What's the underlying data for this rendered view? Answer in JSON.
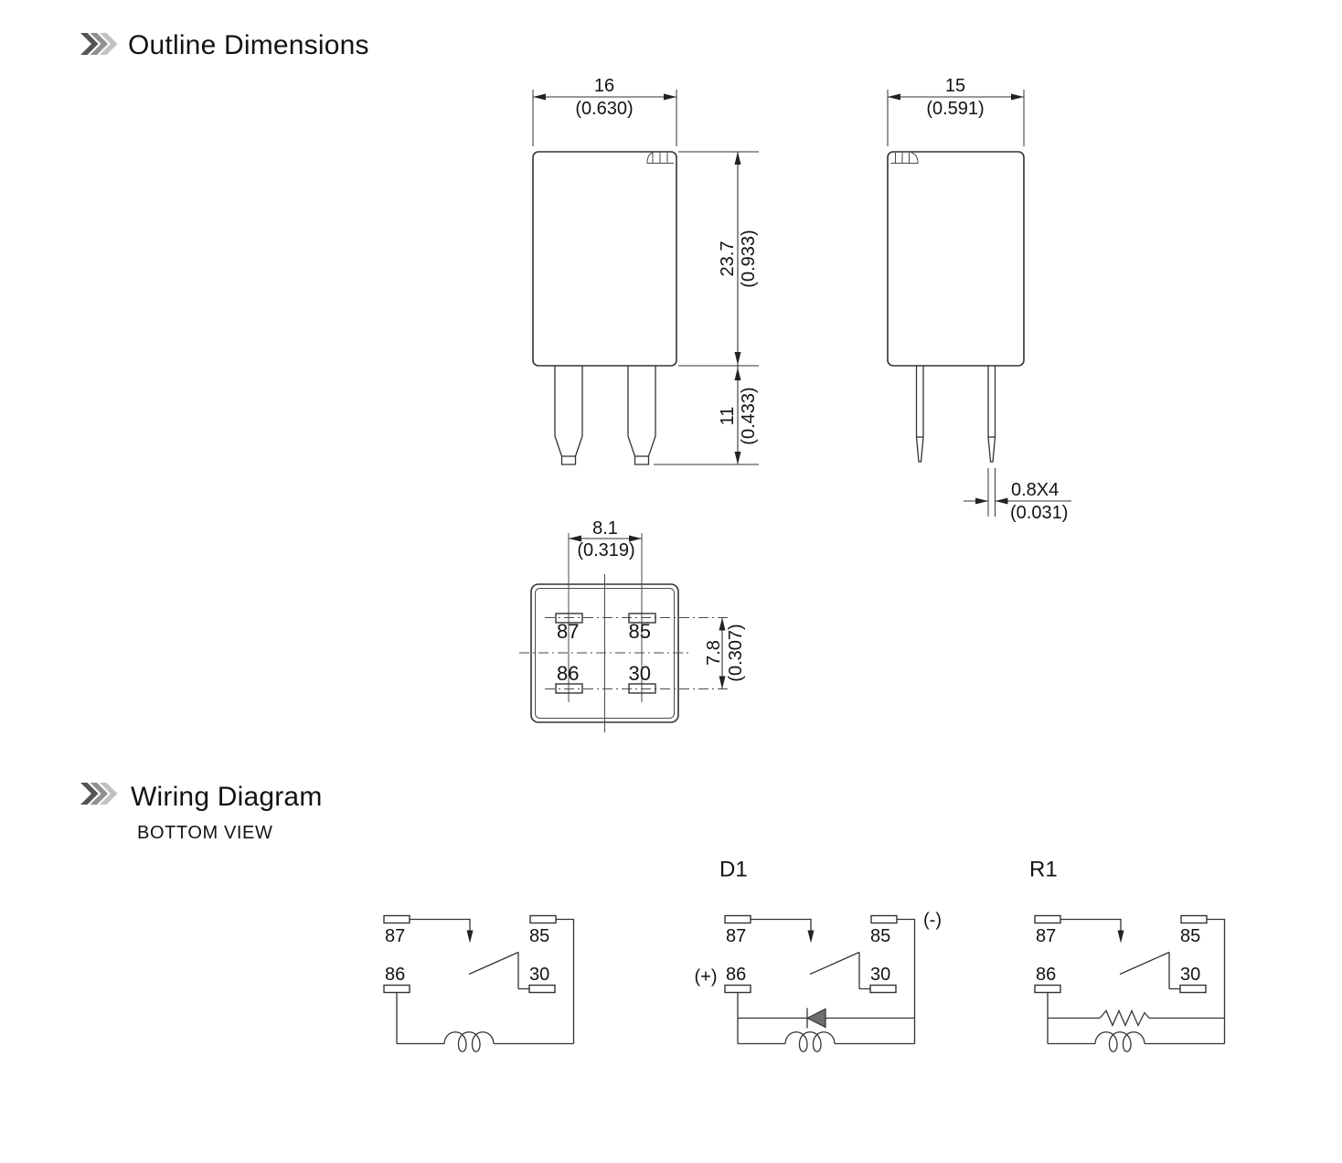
{
  "colors": {
    "background": "#ffffff",
    "line": "#333333",
    "text": "#131313",
    "chevron_dark": "#555555",
    "chevron_mid": "#909090",
    "chevron_light": "#c2c2c2",
    "diode_fill": "#6e6e6e"
  },
  "sections": {
    "outline": {
      "title": "Outline Dimensions"
    },
    "wiring": {
      "title": "Wiring Diagram",
      "subtitle": "BOTTOM VIEW"
    }
  },
  "outline": {
    "front_view": {
      "width_mm": "16",
      "width_in": "(0.630)",
      "height_mm": "23.7",
      "height_in": "(0.933)",
      "pin_length_mm": "11",
      "pin_length_in": "(0.433)"
    },
    "side_view": {
      "width_mm": "15",
      "width_in": "(0.591)",
      "pin_section_mm": "0.8X4",
      "pin_section_in": "(0.031)"
    },
    "bottom_view": {
      "pitch_x_mm": "8.1",
      "pitch_x_in": "(0.319)",
      "pitch_y_mm": "7.8",
      "pitch_y_in": "(0.307)",
      "pin_top_left": "87",
      "pin_top_right": "85",
      "pin_bottom_left": "86",
      "pin_bottom_right": "30"
    }
  },
  "wiring": {
    "diagrams": [
      {
        "pin_87": "87",
        "pin_85": "85",
        "pin_86": "86",
        "pin_30": "30"
      },
      {
        "title": "D1",
        "pin_87": "87",
        "pin_85": "85",
        "pin_86": "86",
        "pin_30": "30",
        "plus": "(+)",
        "minus": "(-)"
      },
      {
        "title": "R1",
        "pin_87": "87",
        "pin_85": "85",
        "pin_86": "86",
        "pin_30": "30"
      }
    ]
  }
}
